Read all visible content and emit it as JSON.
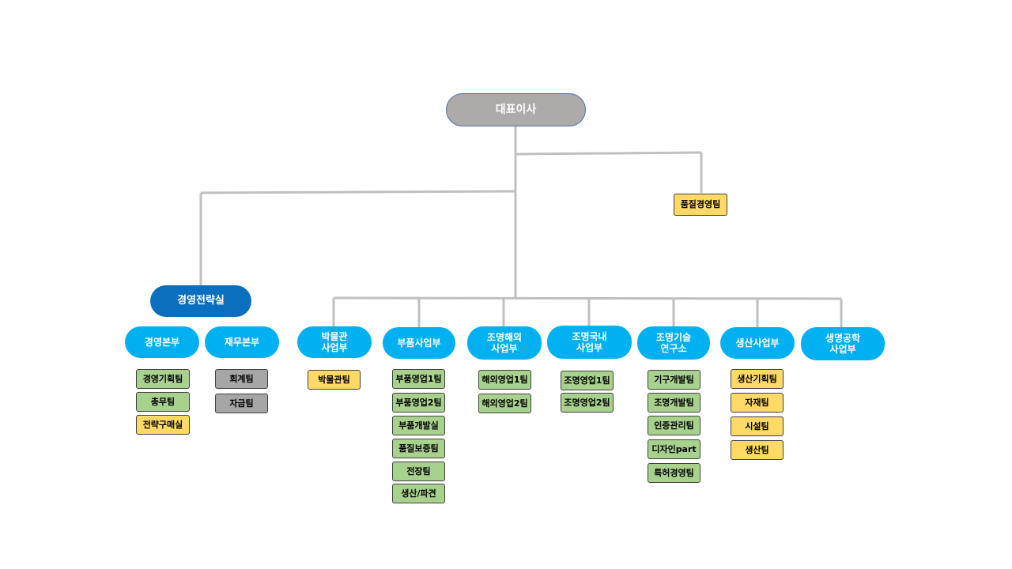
{
  "ceo": "대표이사",
  "quality_team": "품질경영팀",
  "strategy_office": "경영전략실",
  "management": {
    "name": "경영본부",
    "teams": [
      "경영기획팀",
      "총무팀",
      "전략구매실"
    ]
  },
  "finance": {
    "name": "재무본부",
    "teams": [
      "회계팀",
      "자금팀"
    ]
  },
  "museum": {
    "name": "박물관\n사업부",
    "teams": [
      "박물관팀"
    ]
  },
  "parts": {
    "name": "부품사업부",
    "teams": [
      "부품영업1팀",
      "부품영업2팀",
      "부품개발실",
      "품질보증팀",
      "전장팀",
      "생산/파견"
    ]
  },
  "lighting_overseas": {
    "name": "조명해외\n사업부",
    "teams": [
      "해외영업1팀",
      "해외영업2팀"
    ]
  },
  "lighting_domestic": {
    "name": "조명국내\n사업부",
    "teams": [
      "조명영업1팀",
      "조명영업2팀"
    ]
  },
  "lighting_rnd": {
    "name": "조명기술\n연구소",
    "teams": [
      "기구개발팀",
      "조명개발팀",
      "인증관리팀",
      "디자인part",
      "특허경영팀"
    ]
  },
  "production": {
    "name": "생산사업부",
    "teams": [
      "생산기획팀",
      "자재팀",
      "시설팀",
      "생산팀"
    ]
  },
  "biotech": {
    "name": "생명공학\n사업부"
  },
  "colors": {
    "ceo_fill": "#aeaaaa",
    "office_fill": "#0b6fbf",
    "division_fill": "#00b0f0",
    "team_green": "#a9d18e",
    "team_yellow": "#ffd966",
    "team_gray": "#a6a6a6",
    "connector": "#bfbfbf"
  }
}
